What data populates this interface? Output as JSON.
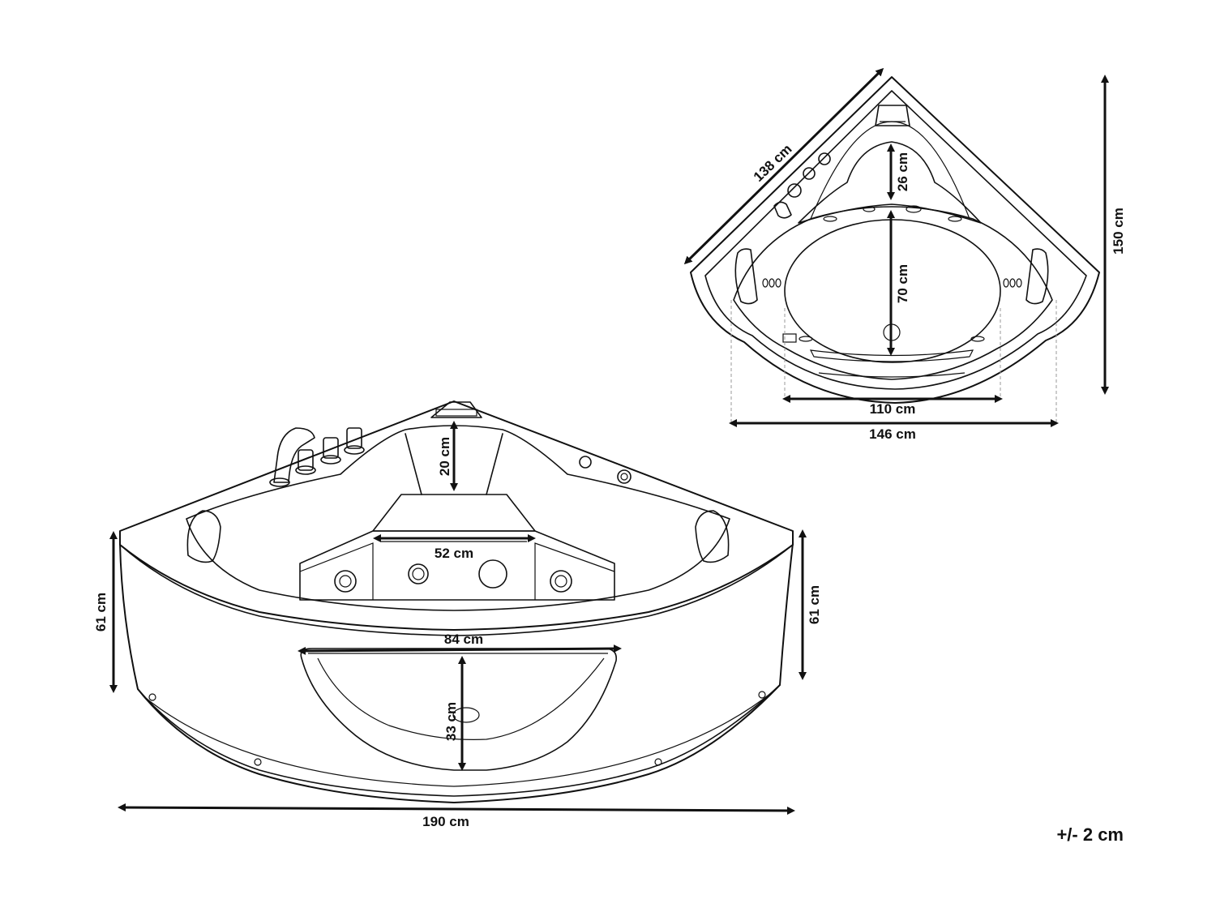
{
  "top_view": {
    "diagonal_label": "138 cm",
    "height_label": "150 cm",
    "headrest_depth_label": "26 cm",
    "basin_depth_label": "70 cm",
    "inner_width_label": "110 cm",
    "outer_width_label": "146 cm"
  },
  "front_view": {
    "headrest_label": "20 cm",
    "seat_width_label": "52 cm",
    "window_width_label": "84 cm",
    "window_height_label": "33 cm",
    "left_height_label": "61 cm",
    "right_height_label": "61 cm",
    "width_label": "190 cm"
  },
  "tolerance": "+/- 2 cm"
}
